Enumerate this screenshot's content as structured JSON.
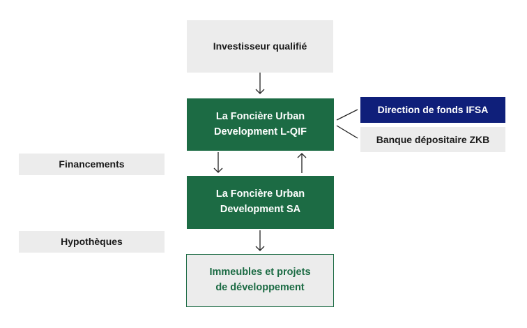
{
  "colors": {
    "green": "#1c6b44",
    "navy": "#0f1f7a",
    "grey": "#ececec",
    "stroke": "#222222"
  },
  "nodes": {
    "investor": "Investisseur qualifié",
    "fund": [
      "La Foncière Urban",
      "Development L-QIF"
    ],
    "fund_management": "Direction de fonds IFSA",
    "custodian_bank": "Banque dépositaire ZKB",
    "financing": "Financements",
    "company": [
      "La Foncière Urban",
      "Development SA"
    ],
    "mortgages": "Hypothèques",
    "properties": [
      "Immeubles et projets",
      "de développement"
    ]
  }
}
